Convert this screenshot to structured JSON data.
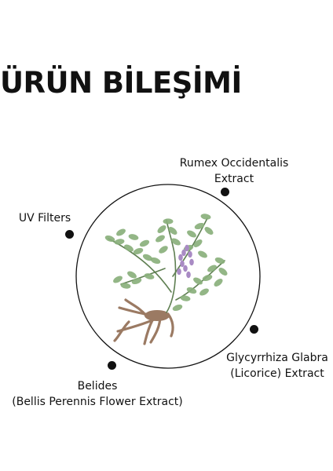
{
  "title": "ÜRÜN BİLEŞİMİ",
  "illustration": {
    "name": "licorice-plant-illustration",
    "leaf_color": "#8ab07c",
    "stem_color": "#5f7f52",
    "flower_color": "#a98bc4",
    "root_color": "#9b7a63"
  },
  "ingredients": [
    {
      "key": "rumex",
      "lines": [
        "Rumex Occidentalis",
        "Extract"
      ]
    },
    {
      "key": "uv",
      "lines": [
        "UV Filters"
      ]
    },
    {
      "key": "glycyrrhiza",
      "lines": [
        "Glycyrrhiza Glabra",
        "(Licorice) Extract"
      ]
    },
    {
      "key": "belides",
      "lines": [
        "Belides",
        "(Bellis Perennis Flower Extract)"
      ]
    }
  ]
}
